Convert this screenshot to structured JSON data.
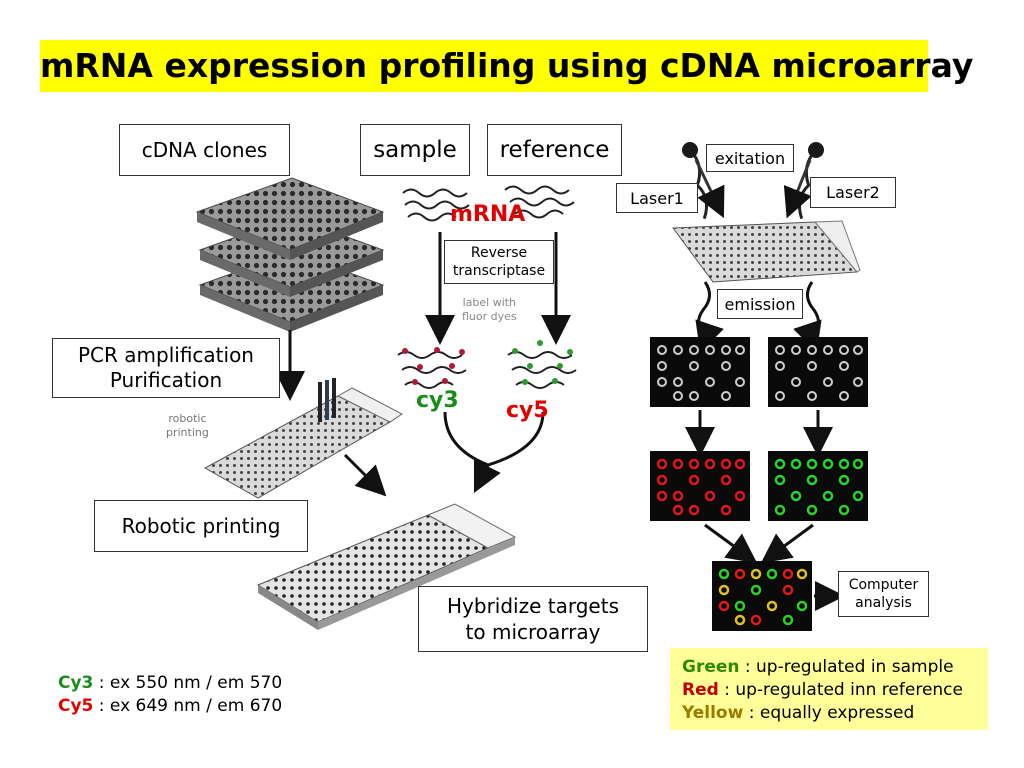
{
  "title": "mRNA expression profiling using cDNA microarray",
  "boxes": {
    "cdna_clones": "cDNA clones",
    "sample": "sample",
    "reference": "reference",
    "pcr_line1": "PCR amplification",
    "pcr_line2": "Purification",
    "robotic_printing": "Robotic printing",
    "hybridize_line1": "Hybridize targets",
    "hybridize_line2": "to microarray",
    "reverse_line1": "Reverse",
    "reverse_line2": "transcriptase",
    "exitation": "exitation",
    "laser1": "Laser1",
    "laser2": "Laser2",
    "emission": "emission",
    "computer_line1": "Computer",
    "computer_line2": "analysis"
  },
  "labels": {
    "mrna": "mRNA",
    "cy3": "cy3",
    "cy5": "cy5",
    "robotic_small_1": "robotic",
    "robotic_small_2": "printing",
    "dyes_small_1": "label with",
    "dyes_small_2": "fluor dyes"
  },
  "dyes": {
    "cy3_name": "Cy3",
    "cy3_spec": " : ex 550 nm / em 570",
    "cy5_name": "Cy5",
    "cy5_spec": " : ex 649 nm / em 670"
  },
  "legend": [
    {
      "name": "Green",
      "desc": " : up-regulated in sample",
      "color": "#2e8b00"
    },
    {
      "name": "Red",
      "desc": " : up-regulated inn reference",
      "color": "#c00000"
    },
    {
      "name": "Yellow",
      "desc": " : equally expressed",
      "color": "#9a7a00"
    }
  ],
  "colors": {
    "title_bg": "#ffff00",
    "legend_bg": "#ffff99",
    "mrna": "#e00000",
    "cy3": "#1a8c1a",
    "cy5": "#e00000"
  }
}
